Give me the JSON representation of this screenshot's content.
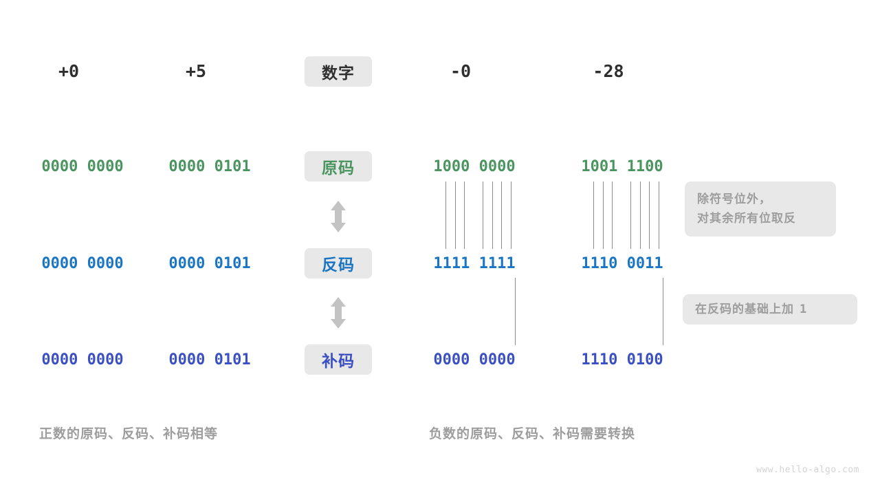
{
  "meta": {
    "title": "原码、反码、补码 对照图",
    "watermark": "www.hello-algo.com",
    "background": "#ffffff"
  },
  "colors": {
    "sign_magnitude": "#4a9460",
    "ones_complement": "#1a76c4",
    "twos_complement": "#3a4fc4",
    "chip_bg": "#e8e8e8",
    "note_text": "#9d9d9d",
    "line": "#8a8a8a",
    "header_text": "#2f2f2f",
    "arrow": "#c3c3c3",
    "watermark": "#d4d4d4"
  },
  "header": {
    "center_label": "数字",
    "columns": [
      {
        "key": "pos0",
        "value": "+0"
      },
      {
        "key": "pos5",
        "value": "+5"
      },
      {
        "key": "neg0",
        "value": "-0"
      },
      {
        "key": "neg28",
        "value": "-28"
      }
    ]
  },
  "rows": [
    {
      "key": "sign-magnitude",
      "label": "原码",
      "color": "#4a9460",
      "values": {
        "pos0": "0000 0000",
        "pos5": "0000 0101",
        "neg0": "1000 0000",
        "neg28": "1001 1100"
      }
    },
    {
      "key": "ones-complement",
      "label": "反码",
      "color": "#1a76c4",
      "values": {
        "pos0": "0000 0000",
        "pos5": "0000 0101",
        "neg0": "1111 1111",
        "neg28": "1110 0011"
      }
    },
    {
      "key": "twos-complement",
      "label": "补码",
      "color": "#3a4fc4",
      "values": {
        "pos0": "0000 0000",
        "pos5": "0000 0101",
        "neg0": "0000 0000",
        "neg28": "1110 0100"
      }
    }
  ],
  "arrows": [
    {
      "key": "arrow-yuanma-fanma",
      "direction": "up-down"
    },
    {
      "key": "arrow-fanma-buma",
      "direction": "up-down"
    }
  ],
  "notes": {
    "invert": {
      "line1": "除符号位外，",
      "line2": "对其余所有位取反"
    },
    "addone": {
      "text": "在反码的基础上加",
      "number": "1"
    }
  },
  "captions": {
    "left": "正数的原码、反码、补码相等",
    "right": "负数的原码、反码、补码需要转换"
  }
}
